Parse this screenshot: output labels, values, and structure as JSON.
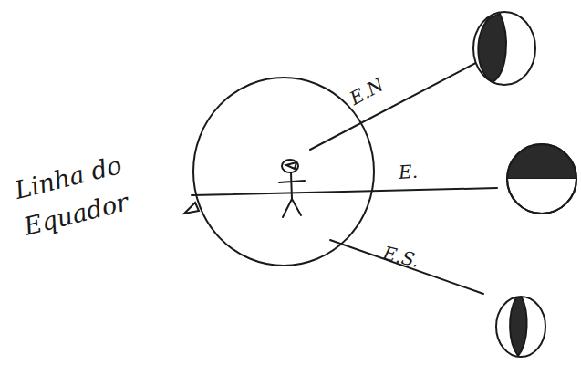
{
  "diagram": {
    "labels": [
      "Linha do Equador",
      "E.N",
      "E.",
      "E.S."
    ]
  }
}
